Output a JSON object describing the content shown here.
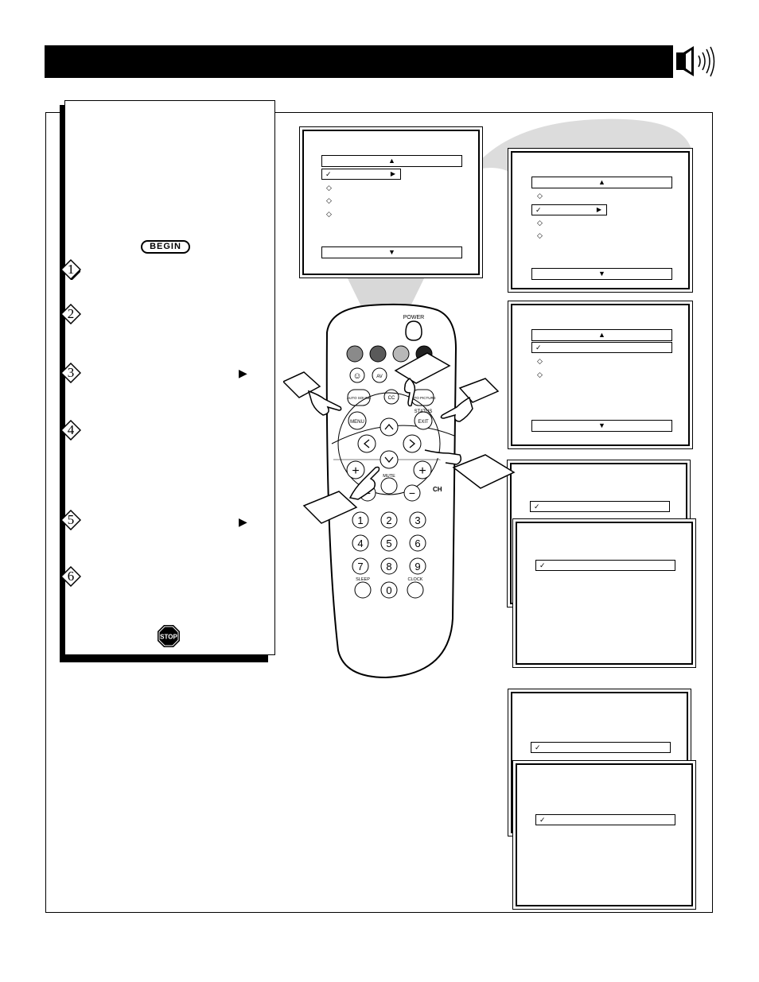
{
  "header": {
    "speaker_icon": "speaker-icon"
  },
  "instructions": {
    "begin_label": "BEGIN",
    "stop_label": "STOP",
    "steps": [
      {
        "number": "1"
      },
      {
        "number": "2"
      },
      {
        "number": "3",
        "arrow": "▶"
      },
      {
        "number": "4"
      },
      {
        "number": "5",
        "arrow": "▶"
      },
      {
        "number": "6"
      }
    ]
  },
  "screens": {
    "up_arrow": "▲",
    "down_arrow": "▼",
    "right_arrow": "▶",
    "check": "✓",
    "diamond": "◇"
  },
  "remote": {
    "power": "POWER",
    "av": "AV",
    "auto_sound": "AUTO SOUND",
    "cc": "CC",
    "auto_picture": "AUTO PICTURE",
    "status": "STATUS",
    "menu": "MENU",
    "exit": "EXIT",
    "mute": "MUTE",
    "ch": "CH",
    "sleep": "SLEEP",
    "clock": "CLOCK",
    "digits": [
      "1",
      "2",
      "3",
      "4",
      "5",
      "6",
      "7",
      "8",
      "9",
      "0"
    ]
  }
}
